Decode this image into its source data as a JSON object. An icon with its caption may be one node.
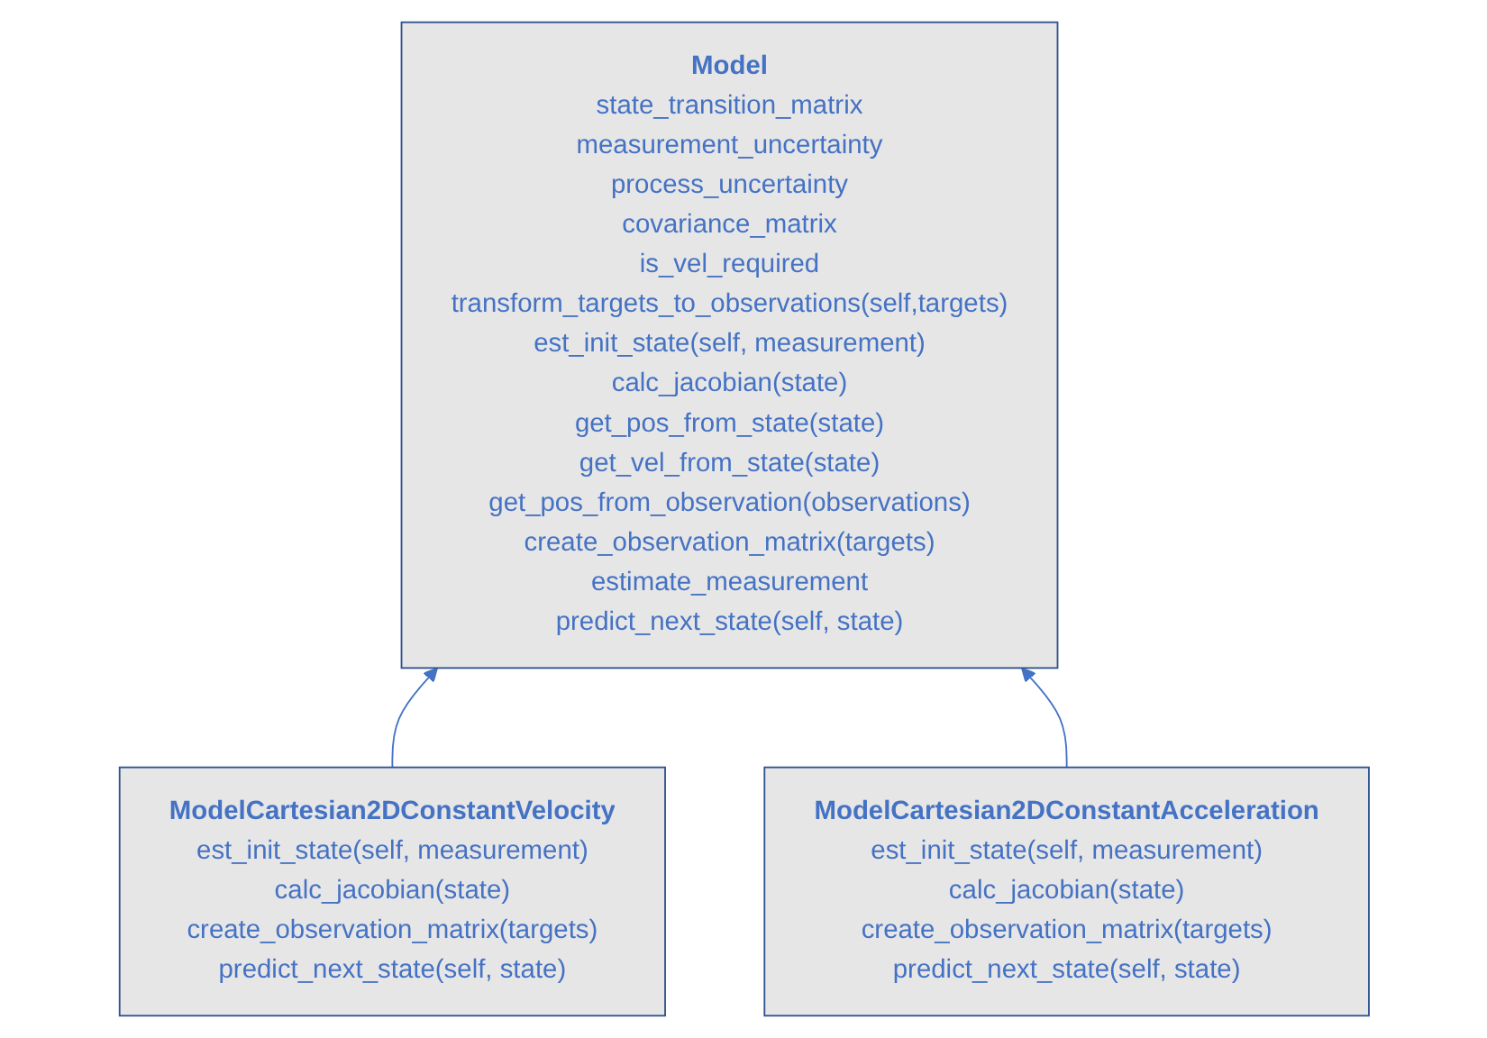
{
  "diagram": {
    "nodes": [
      {
        "text": [
          "Model",
          "state_transition_matrix",
          "measurement_uncertainty",
          "process_uncertainty",
          "covariance_matrix",
          "is_vel_required",
          "transform_targets_to_observations(self,targets)",
          "est_init_state(self, measurement)",
          "calc_jacobian(state)",
          "get_pos_from_state(state)",
          "get_vel_from_state(state)",
          "get_pos_from_observation(observations)",
          "create_observation_matrix(targets)",
          "estimate_measurement",
          "predict_next_state(self, state)"
        ]
      },
      {
        "text": [
          "ModelCartesian2DConstantVelocity",
          "est_init_state(self, measurement)",
          "calc_jacobian(state)",
          "create_observation_matrix(targets)",
          "predict_next_state(self, state)"
        ]
      },
      {
        "text": [
          "ModelCartesian2DConstantAcceleration",
          "est_init_state(self, measurement)",
          "calc_jacobian(state)",
          "create_observation_matrix(targets)",
          "predict_next_state(self, state)"
        ]
      }
    ],
    "edges": [
      {
        "from": 1,
        "to": 0,
        "arrow": "to"
      },
      {
        "from": 2,
        "to": 0,
        "arrow": "to"
      }
    ]
  }
}
